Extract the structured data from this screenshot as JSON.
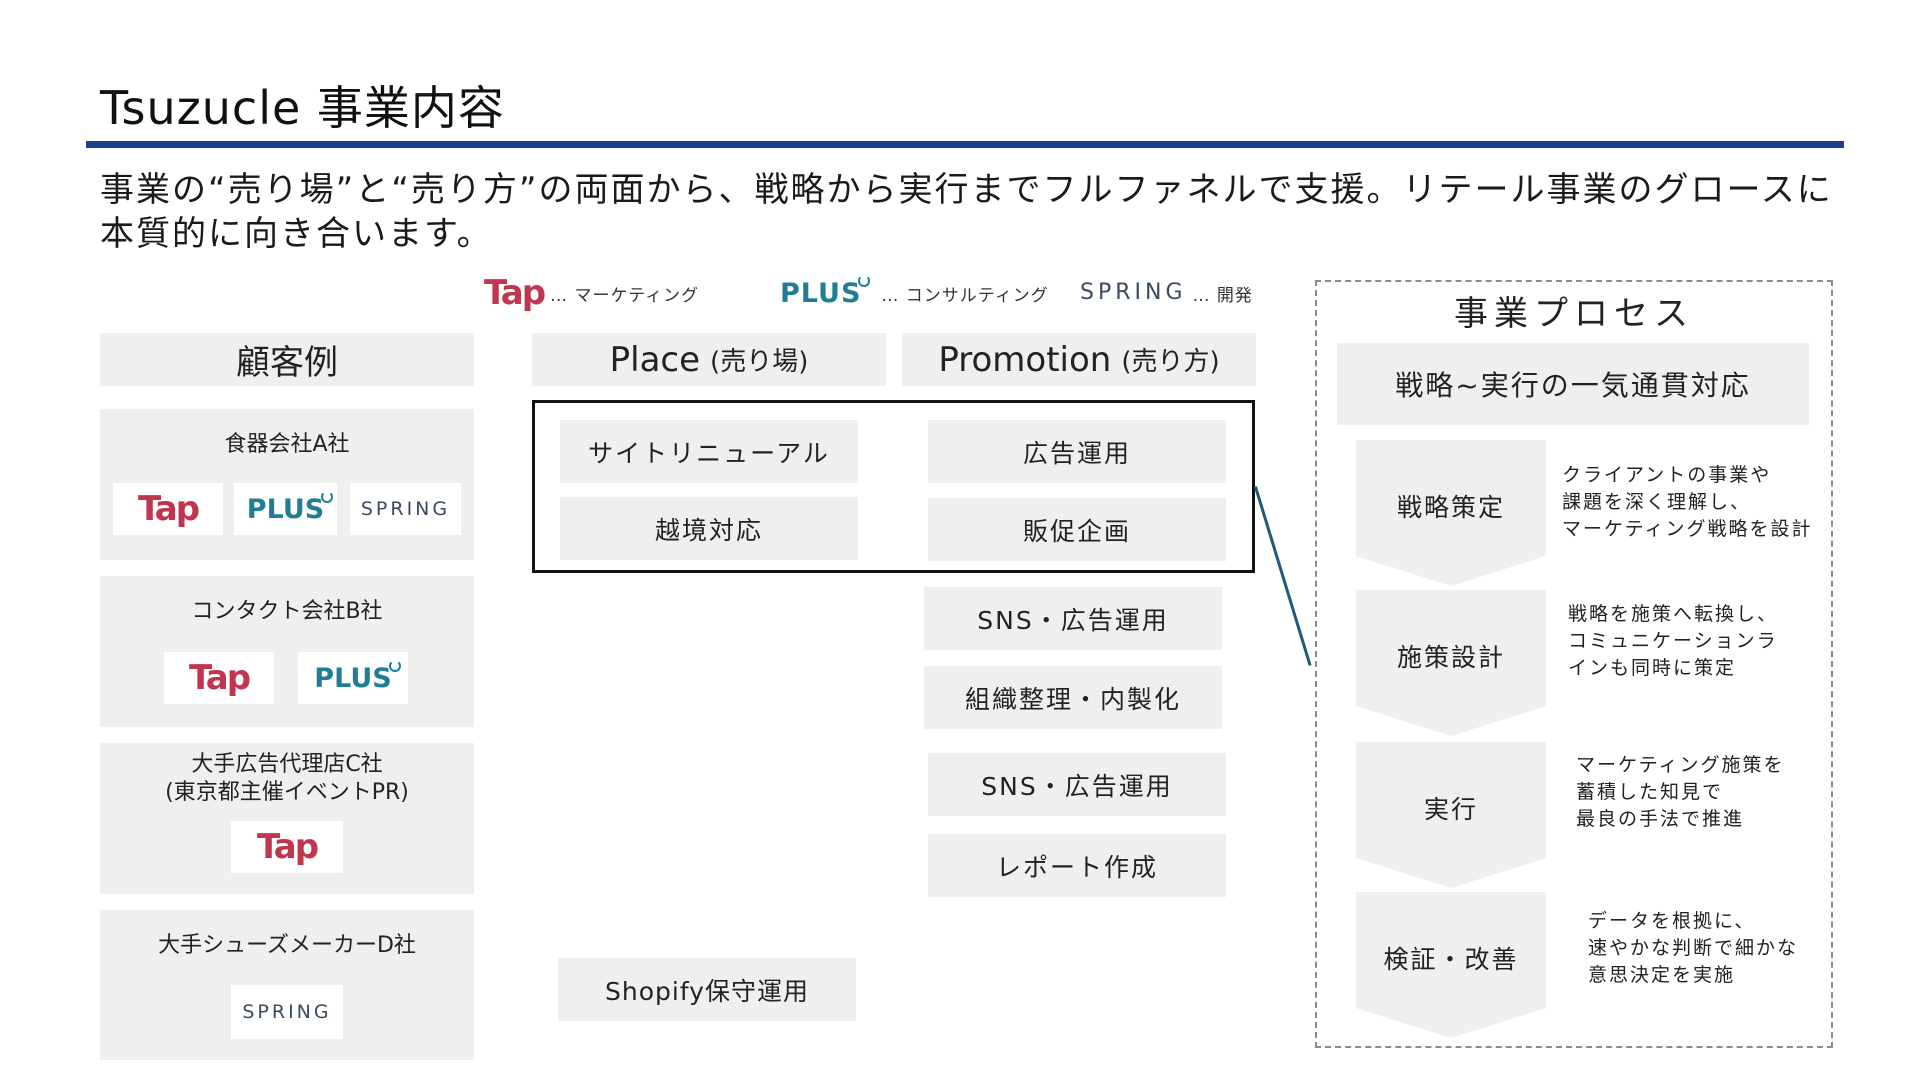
{
  "title": "Tsuzucle 事業内容",
  "subtitle": "事業の“売り場”と“売り方”の両面から、戦略から実行までフルファネルで支援。リテール事業のグロースに本質的に向き合います。",
  "legend": {
    "tap": "Tap",
    "tap_desc": "… マーケティング",
    "plus": "PLUS",
    "plus_desc": "… コンサルティング",
    "spring": "SPRING",
    "spring_desc": "… 開発"
  },
  "customers": {
    "header": "顧客例",
    "items": [
      {
        "name": "食器会社A社",
        "logos": [
          "Tap",
          "PLUS",
          "SPRING"
        ]
      },
      {
        "name": "コンタクト会社B社",
        "logos": [
          "Tap",
          "PLUS"
        ]
      },
      {
        "name": "大手広告代理店C社",
        "name2": "(東京都主催イベントPR)",
        "logos": [
          "Tap"
        ]
      },
      {
        "name": "大手シューズメーカーD社",
        "logos": [
          "SPRING"
        ]
      }
    ]
  },
  "place": {
    "header": "Place",
    "header_paren": "(売り場)",
    "items": [
      "サイトリニューアル",
      "越境対応",
      "Shopify保守運用"
    ]
  },
  "promotion": {
    "header": "Promotion",
    "header_paren": "(売り方)",
    "items": [
      "広告運用",
      "販促企画",
      "SNS・広告運用",
      "組織整理・内製化",
      "SNS・広告運用",
      "レポート作成"
    ]
  },
  "process": {
    "title": "事業プロセス",
    "band": "戦略~実行の一気通貫対応",
    "steps": [
      {
        "label": "戦略策定",
        "desc": [
          "クライアントの事業や",
          "課題を深く理解し、",
          "マーケティング戦略を設計"
        ]
      },
      {
        "label": "施策設計",
        "desc": [
          "戦略を施策へ転換し、",
          "コミュニケーションラ",
          "インも同時に策定"
        ]
      },
      {
        "label": "実行",
        "desc": [
          "マーケティング施策を",
          "蓄積した知見で",
          "最良の手法で推進"
        ]
      },
      {
        "label": "検証・改善",
        "desc": [
          "データを根拠に、",
          "速やかな判断で細かな",
          "意思決定を実施"
        ]
      }
    ]
  },
  "colors": {
    "accent": "#1c3f8e",
    "tap": "#c0364f",
    "plus": "#1f7e96",
    "spring": "#3a4a60",
    "panel": "#efefef",
    "connector": "#1f5a79"
  }
}
